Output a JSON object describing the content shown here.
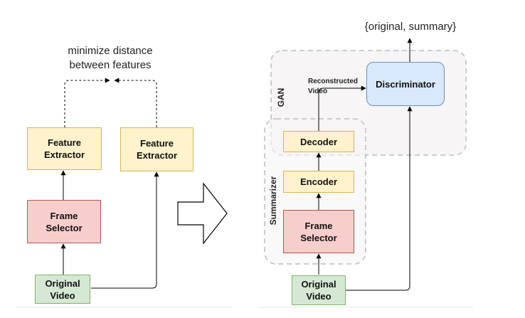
{
  "left": {
    "objective": "minimize distance\nbetween features",
    "feature_extractor_a": "Feature\nExtractor",
    "feature_extractor_b": "Feature\nExtractor",
    "frame_selector": "Frame\nSelector",
    "original_video": "Original\nVideo"
  },
  "right": {
    "output": "{original, summary}",
    "gan_label": "GAN",
    "summarizer_label": "Summarizer",
    "reconstructed_video": "Reconstructed\nVideo",
    "discriminator": "Discriminator",
    "decoder": "Decoder",
    "encoder": "Encoder",
    "frame_selector": "Frame\nSelector",
    "original_video": "Original\nVideo"
  },
  "colors": {
    "yellow_fill": "#fff2cc",
    "red_fill": "#f8cecc",
    "green_fill": "#d5e8d4",
    "blue_fill": "#dae8fc",
    "group_fill": "#f7f5f5",
    "group_border": "#cccccc"
  }
}
